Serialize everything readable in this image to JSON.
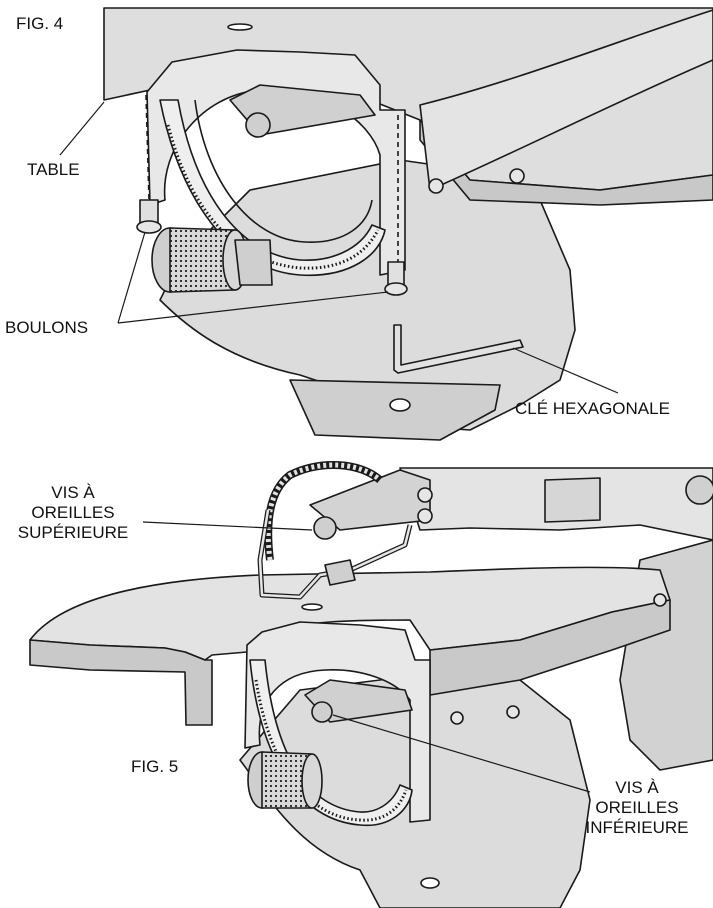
{
  "fig4": {
    "caption": "FIG. 4",
    "labels": {
      "table": "TABLE",
      "bolts": "BOULONS",
      "hex_key": "CLÉ HEXAGONALE"
    }
  },
  "fig5": {
    "caption": "FIG. 5",
    "labels": {
      "upper_thumbscrew": [
        "VIS À",
        "OREILLES",
        "SUPÉRIEURE"
      ],
      "lower_thumbscrew": [
        "VIS À",
        "OREILLES",
        "INFÉRIEURE"
      ]
    }
  },
  "colors": {
    "body_fill": "#dcdcdc",
    "light_fill": "#e9e9e9",
    "dark_fill": "#bdbdbd",
    "line": "#1a1a1a"
  }
}
